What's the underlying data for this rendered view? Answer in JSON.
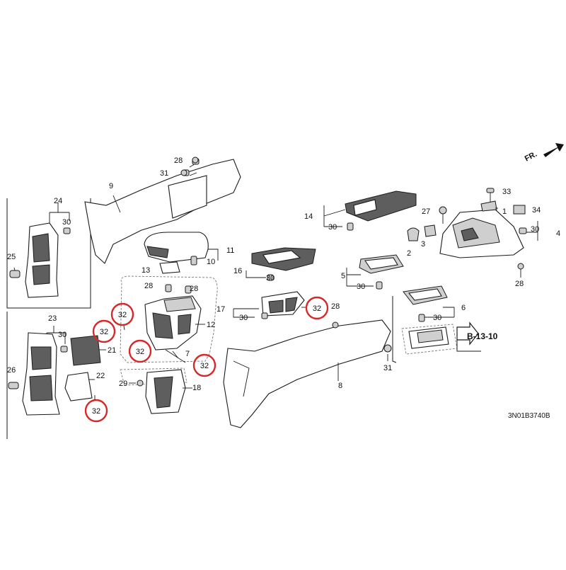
{
  "diagram": {
    "drawing_code": "3N01B3740B",
    "front_marker": "FR.",
    "reference": "B-13-10",
    "callouts": [
      {
        "id": "c1",
        "label": "1"
      },
      {
        "id": "c2",
        "label": "2"
      },
      {
        "id": "c3",
        "label": "3"
      },
      {
        "id": "c4",
        "label": "4"
      },
      {
        "id": "c5",
        "label": "5"
      },
      {
        "id": "c6",
        "label": "6"
      },
      {
        "id": "c7",
        "label": "7"
      },
      {
        "id": "c8",
        "label": "8"
      },
      {
        "id": "c9",
        "label": "9"
      },
      {
        "id": "c10",
        "label": "10"
      },
      {
        "id": "c11",
        "label": "11"
      },
      {
        "id": "c12",
        "label": "12"
      },
      {
        "id": "c13",
        "label": "13"
      },
      {
        "id": "c14",
        "label": "14"
      },
      {
        "id": "c16",
        "label": "16"
      },
      {
        "id": "c17",
        "label": "17"
      },
      {
        "id": "c18",
        "label": "18"
      },
      {
        "id": "c21",
        "label": "21"
      },
      {
        "id": "c22",
        "label": "22"
      },
      {
        "id": "c23",
        "label": "23"
      },
      {
        "id": "c24",
        "label": "24"
      },
      {
        "id": "c25",
        "label": "25"
      },
      {
        "id": "c26",
        "label": "26"
      },
      {
        "id": "c27",
        "label": "27"
      },
      {
        "id": "c28a",
        "label": "28"
      },
      {
        "id": "c28b",
        "label": "28"
      },
      {
        "id": "c28c",
        "label": "28"
      },
      {
        "id": "c28d",
        "label": "28"
      },
      {
        "id": "c28e",
        "label": "28"
      },
      {
        "id": "c29",
        "label": "29"
      },
      {
        "id": "c30a",
        "label": "30"
      },
      {
        "id": "c30b",
        "label": "30"
      },
      {
        "id": "c30c",
        "label": "30"
      },
      {
        "id": "c30d",
        "label": "30"
      },
      {
        "id": "c30e",
        "label": "30"
      },
      {
        "id": "c30f",
        "label": "30"
      },
      {
        "id": "c30g",
        "label": "30"
      },
      {
        "id": "c30h",
        "label": "30"
      },
      {
        "id": "c31a",
        "label": "31"
      },
      {
        "id": "c31b",
        "label": "31"
      },
      {
        "id": "c33",
        "label": "33"
      },
      {
        "id": "c34",
        "label": "34"
      }
    ],
    "highlighted": [
      {
        "id": "h1",
        "label": "32"
      },
      {
        "id": "h2",
        "label": "32"
      },
      {
        "id": "h3",
        "label": "32"
      },
      {
        "id": "h4",
        "label": "32"
      },
      {
        "id": "h5",
        "label": "32"
      },
      {
        "id": "h6",
        "label": "32"
      }
    ],
    "colors": {
      "highlight": "#d42a2a",
      "line": "#1a1a1a",
      "part_dark": "#5e5e5e"
    }
  }
}
